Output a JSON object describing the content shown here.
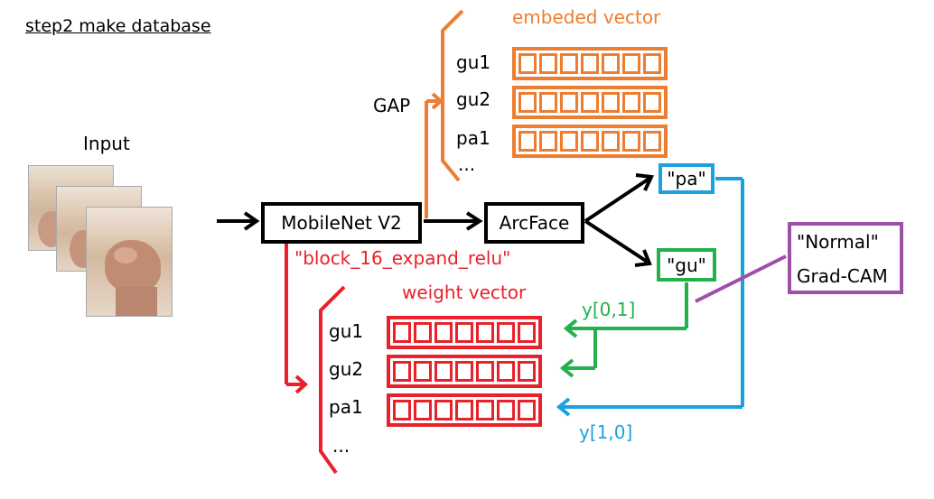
{
  "title": "step2 make database",
  "input_label": "Input",
  "gap_label": "GAP",
  "embedded": {
    "title": "embeded vector",
    "rows": [
      {
        "label": "gu1"
      },
      {
        "label": "gu2"
      },
      {
        "label": "pa1"
      }
    ],
    "ellipsis": "..."
  },
  "weight": {
    "title": "weight vector",
    "rows": [
      {
        "label": "gu1"
      },
      {
        "label": "gu2"
      },
      {
        "label": "pa1"
      }
    ],
    "ellipsis": "..."
  },
  "layer_label": "\"block_16_expand_relu\"",
  "boxes": {
    "mobilenet": "MobileNet V2",
    "arcface": "ArcFace",
    "pa": "\"pa\"",
    "gu": "\"gu\"",
    "normal": "\"Normal\"",
    "gradcam": "Grad-CAM"
  },
  "labels": {
    "y_gu": "y[0,1]",
    "y_pa": "y[1,0]"
  },
  "colors": {
    "orange": "#ed7d31",
    "red": "#e8212b",
    "blue": "#1ba1e2",
    "green": "#22b14c",
    "purple": "#9e4fa8",
    "black": "#000000"
  }
}
